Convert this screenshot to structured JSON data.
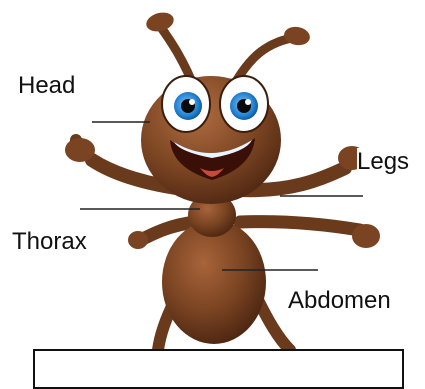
{
  "diagram": {
    "labels": {
      "head": "Head",
      "legs": "Legs",
      "thorax": "Thorax",
      "abdomen": "Abdomen"
    },
    "colors": {
      "body_dark": "#5a2f14",
      "body_mid": "#7a4422",
      "body_light": "#9a5a2e",
      "eye_iris": "#2a8fd6",
      "mouth_teeth": "#e8f4ff",
      "leader_line": "#222222"
    }
  }
}
